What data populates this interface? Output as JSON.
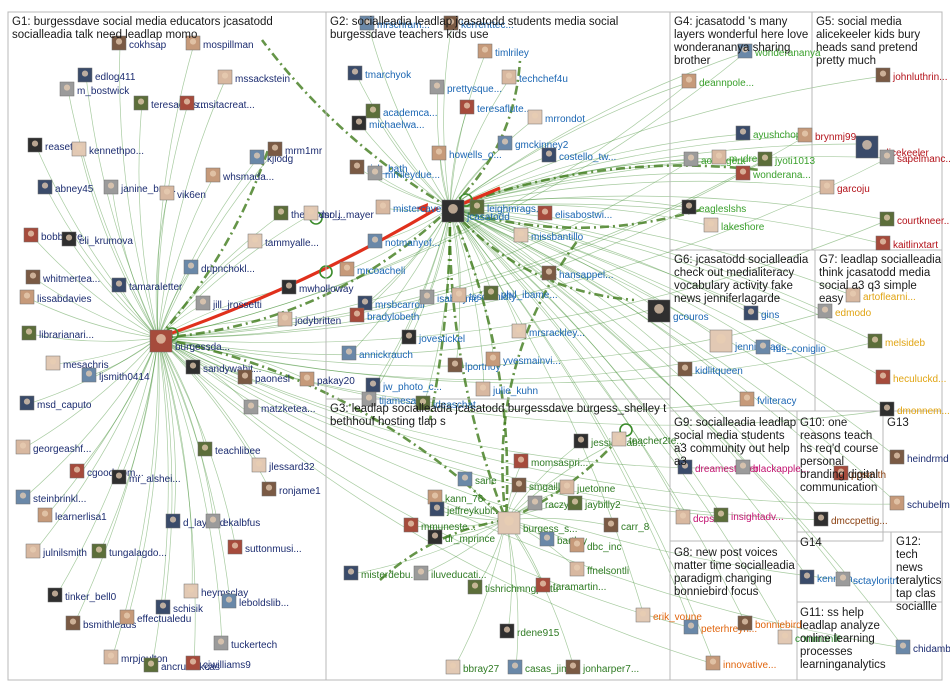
{
  "groups": [
    {
      "id": "G1",
      "lines": [
        "G1: burgessdave social media educators jcasatodd",
        "socialleadia talk need leadlap momo"
      ]
    },
    {
      "id": "G2",
      "lines": [
        "G2: socialleadia leadlap jcasatodd students media social",
        "burgessdave teachers kids use"
      ]
    },
    {
      "id": "G3",
      "lines": [
        "G3: leadlap socialleadia jcasatodd burgessdave burgess_shelley t",
        "bethhouf hosting tlap s"
      ]
    },
    {
      "id": "G4",
      "lines": [
        "G4: jcasatodd 's many",
        "layers wonderful here love",
        "wonderananya sharing",
        "brother"
      ]
    },
    {
      "id": "G5",
      "lines": [
        "G5: social media",
        "alicekeeler kids bury",
        "heads sand pretend",
        "pretty much"
      ]
    },
    {
      "id": "G6",
      "lines": [
        "G6: jcasatodd socialleadia",
        "check out medialiteracy",
        "vocabulary activity fake",
        "news jenniferlagarde"
      ]
    },
    {
      "id": "G7",
      "lines": [
        "G7: leadlap socialleadia",
        "think jcasatodd media",
        "social a3 q3 simple",
        "easy"
      ]
    },
    {
      "id": "G8",
      "lines": [
        "G8: new post voices",
        "matter time socialleadia",
        "paradigm changing",
        "bonniebird focus"
      ]
    },
    {
      "id": "G9",
      "lines": [
        "G9: socialleadia leadlap",
        "social media students",
        "a3 community out help",
        "a3"
      ]
    },
    {
      "id": "G10",
      "lines": [
        "G10: one",
        "reasons teach",
        "hs req'd course",
        "personal",
        "branding digital",
        "communication"
      ]
    },
    {
      "id": "G11",
      "lines": [
        "G11: ss help",
        "leadlap analyze",
        "online learning",
        "processes",
        "learninganalytics"
      ]
    },
    {
      "id": "G12",
      "lines": [
        "G12:",
        "tech",
        "news",
        "teralytics",
        "tap clas",
        "sociallle"
      ]
    },
    {
      "id": "G13",
      "lines": [
        "G13"
      ]
    },
    {
      "id": "G14",
      "lines": [
        "G14"
      ]
    }
  ],
  "nodes": [
    {
      "g": "G1",
      "label": "cokhsap"
    },
    {
      "g": "G1",
      "label": "mospillman"
    },
    {
      "g": "G1",
      "label": "edlog411"
    },
    {
      "g": "G1",
      "label": "m_bostwick"
    },
    {
      "g": "G1",
      "label": "mssackstein"
    },
    {
      "g": "G1",
      "label": "teresagros..."
    },
    {
      "g": "G1",
      "label": "rmsitacreat..."
    },
    {
      "g": "G1",
      "label": "reaset"
    },
    {
      "g": "G1",
      "label": "kennethpo..."
    },
    {
      "g": "G1",
      "label": "kjlodg"
    },
    {
      "g": "G1",
      "label": "mrm1mr"
    },
    {
      "g": "G1",
      "label": "whsmada..."
    },
    {
      "g": "G1",
      "label": "abney45"
    },
    {
      "g": "G1",
      "label": "janine_bro..."
    },
    {
      "g": "G1",
      "label": "vik6en"
    },
    {
      "g": "G1",
      "label": "theresdsol..."
    },
    {
      "g": "G1",
      "label": "bobbiefre"
    },
    {
      "g": "G1",
      "label": "eli_krumova"
    },
    {
      "g": "G1",
      "label": "tammyalle..."
    },
    {
      "g": "G1",
      "label": "dripnchokl..."
    },
    {
      "g": "G1",
      "label": "whitmertea..."
    },
    {
      "g": "G1",
      "label": "lissabdavies"
    },
    {
      "g": "G1",
      "label": "tamaraletter"
    },
    {
      "g": "G1",
      "label": "jill_jrossetti"
    },
    {
      "g": "G1",
      "label": "jodybritten"
    },
    {
      "g": "G1",
      "label": "librarianari..."
    },
    {
      "g": "G1",
      "label": "burgessda..."
    },
    {
      "g": "G1",
      "label": "sandywahit..."
    },
    {
      "g": "G1",
      "label": "mesachris"
    },
    {
      "g": "G1",
      "label": "ljsmith0414"
    },
    {
      "g": "G1",
      "label": "paonesl"
    },
    {
      "g": "G1",
      "label": "pakay20"
    },
    {
      "g": "G1",
      "label": "msd_caputo"
    },
    {
      "g": "G1",
      "label": "matzketea..."
    },
    {
      "g": "G1",
      "label": "georgeashf..."
    },
    {
      "g": "G1",
      "label": "teachlibee"
    },
    {
      "g": "G1",
      "label": "cgoodwom..."
    },
    {
      "g": "G1",
      "label": "mr_alshei..."
    },
    {
      "g": "G1",
      "label": "jlessard32"
    },
    {
      "g": "G1",
      "label": "steinbrinkl..."
    },
    {
      "g": "G1",
      "label": "ronjame1"
    },
    {
      "g": "G1",
      "label": "learnerlisa1"
    },
    {
      "g": "G1",
      "label": "d_layfield"
    },
    {
      "g": "G1",
      "label": "ekalbfus"
    },
    {
      "g": "G1",
      "label": "julnilsmith"
    },
    {
      "g": "G1",
      "label": "tungalagdo..."
    },
    {
      "g": "G1",
      "label": "suttonmusi..."
    },
    {
      "g": "G1",
      "label": "tinker_bell0"
    },
    {
      "g": "G1",
      "label": "heymsclay"
    },
    {
      "g": "G1",
      "label": "leboldslib..."
    },
    {
      "g": "G1",
      "label": "bsmithleads"
    },
    {
      "g": "G1",
      "label": "effectualedu"
    },
    {
      "g": "G1",
      "label": "schisik"
    },
    {
      "g": "G1",
      "label": "tuckertech"
    },
    {
      "g": "G1",
      "label": "mrpjoulton"
    },
    {
      "g": "G1",
      "label": "ancrumskcas"
    },
    {
      "g": "G1",
      "label": "cjwilliams9"
    },
    {
      "g": "G1",
      "label": "mwholloway"
    },
    {
      "g": "G1",
      "label": "mr_j_mayer"
    },
    {
      "g": "G2",
      "label": "mrschram..."
    },
    {
      "g": "G2",
      "label": "kerrenttec..."
    },
    {
      "g": "G2",
      "label": "timlriley"
    },
    {
      "g": "G2",
      "label": "tmarchyok"
    },
    {
      "g": "G2",
      "label": "prettysque..."
    },
    {
      "g": "G2",
      "label": "techchef4u"
    },
    {
      "g": "G2",
      "label": "academca..."
    },
    {
      "g": "G2",
      "label": "teresaflute..."
    },
    {
      "g": "G2",
      "label": "michaelwa..."
    },
    {
      "g": "G2",
      "label": "mrrondot"
    },
    {
      "g": "G2",
      "label": "gmckinney2"
    },
    {
      "g": "G2",
      "label": "rick_bath"
    },
    {
      "g": "G2",
      "label": "howells_o..."
    },
    {
      "g": "G2",
      "label": "costello_tw..."
    },
    {
      "g": "G2",
      "label": "mrrileydue..."
    },
    {
      "g": "G2",
      "label": "mistercavey"
    },
    {
      "g": "G2",
      "label": "leighmrags..."
    },
    {
      "g": "G2",
      "label": "elisabostwi..."
    },
    {
      "g": "G2",
      "label": "jcasatodd"
    },
    {
      "g": "G2",
      "label": "missbantillo"
    },
    {
      "g": "G2",
      "label": "notmanyof..."
    },
    {
      "g": "G2",
      "label": "hansappel..."
    },
    {
      "g": "G2",
      "label": "mrcoacheli"
    },
    {
      "g": "G2",
      "label": "mrsbcarroll"
    },
    {
      "g": "G2",
      "label": "isabeljmc"
    },
    {
      "g": "G2",
      "label": "tsschmidty"
    },
    {
      "g": "G2",
      "label": "phil_ibame..."
    },
    {
      "g": "G2",
      "label": "bradylobeth"
    },
    {
      "g": "G2",
      "label": "jovestickel"
    },
    {
      "g": "G2",
      "label": "mrsrackley..."
    },
    {
      "g": "G2",
      "label": "annickrauch"
    },
    {
      "g": "G2",
      "label": "lportnoy"
    },
    {
      "g": "G2",
      "label": "yvesmainvi..."
    },
    {
      "g": "G2",
      "label": "jw_photo_c..."
    },
    {
      "g": "G2",
      "label": "tijamesa"
    },
    {
      "g": "G2",
      "label": "julie_kuhn"
    },
    {
      "g": "G2",
      "label": "ideaschat"
    },
    {
      "g": "G3",
      "label": "momsaspri..."
    },
    {
      "g": "G3",
      "label": "jessicacab..."
    },
    {
      "g": "G3",
      "label": "teacher2te..."
    },
    {
      "g": "G3",
      "label": "sane"
    },
    {
      "g": "G3",
      "label": "smgaillard"
    },
    {
      "g": "G3",
      "label": "kann_76"
    },
    {
      "g": "G3",
      "label": "jeffreykubi..."
    },
    {
      "g": "G3",
      "label": "raczyz"
    },
    {
      "g": "G3",
      "label": "juetonne"
    },
    {
      "g": "G3",
      "label": "jaybilly2"
    },
    {
      "g": "G3",
      "label": "mmuneste..."
    },
    {
      "g": "G3",
      "label": "dr_mprince"
    },
    {
      "g": "G3",
      "label": "burgess_s..."
    },
    {
      "g": "G3",
      "label": "bartley"
    },
    {
      "g": "G3",
      "label": "carr_8"
    },
    {
      "g": "G3",
      "label": "dbc_inc"
    },
    {
      "g": "G3",
      "label": "misterdebu..."
    },
    {
      "g": "G3",
      "label": "iluveducati..."
    },
    {
      "g": "G3",
      "label": "ffnelsontli"
    },
    {
      "g": "G3",
      "label": "tishrichmngpettu"
    },
    {
      "g": "G3",
      "label": "taramartin..."
    },
    {
      "g": "G3",
      "label": "rdene915"
    },
    {
      "g": "G3",
      "label": "bbray27"
    },
    {
      "g": "G3",
      "label": "casas_jim..."
    },
    {
      "g": "G3",
      "label": "jonharper7..."
    },
    {
      "g": "G4",
      "label": "deannpole..."
    },
    {
      "g": "G4",
      "label": "ayushchop..."
    },
    {
      "g": "G4",
      "label": "aobf_gerk"
    },
    {
      "g": "G4",
      "label": "m_drez"
    },
    {
      "g": "G4",
      "label": "jyoti1013"
    },
    {
      "g": "G4",
      "label": "wonderana..."
    },
    {
      "g": "G4",
      "label": "eagleslshs"
    },
    {
      "g": "G4",
      "label": "lakeshore"
    },
    {
      "g": "G4",
      "label": "wonderananya"
    },
    {
      "g": "G5",
      "label": "johnluthrin..."
    },
    {
      "g": "G5",
      "label": "brynmj99"
    },
    {
      "g": "G5",
      "label": "alicekeeler"
    },
    {
      "g": "G5",
      "label": "sapelmanc..."
    },
    {
      "g": "G5",
      "label": "garcoju"
    },
    {
      "g": "G5",
      "label": "courtkneer..."
    },
    {
      "g": "G5",
      "label": "kaitlinxtart"
    },
    {
      "g": "G6",
      "label": "gcouros"
    },
    {
      "g": "G6",
      "label": "jenniferlag..."
    },
    {
      "g": "G6",
      "label": "ms_coniglio"
    },
    {
      "g": "G6",
      "label": "kidlitqueen"
    },
    {
      "g": "G6",
      "label": "fvliteracy"
    },
    {
      "g": "G6",
      "label": "gins"
    },
    {
      "g": "G7",
      "label": "edmodo"
    },
    {
      "g": "G7",
      "label": "artoflearni..."
    },
    {
      "g": "G7",
      "label": "melsideb"
    },
    {
      "g": "G7",
      "label": "heculuckd..."
    },
    {
      "g": "G7",
      "label": "dmonnem..."
    },
    {
      "g": "G8",
      "label": "erik_voune"
    },
    {
      "g": "G8",
      "label": "peterhreyn..."
    },
    {
      "g": "G8",
      "label": "bonniebird"
    },
    {
      "g": "G8",
      "label": "innovative..."
    },
    {
      "g": "G9",
      "label": "dreamestayler"
    },
    {
      "g": "G9",
      "label": "blackapple..."
    },
    {
      "g": "G9",
      "label": "dcpsm"
    },
    {
      "g": "G9",
      "label": "insightadv..."
    },
    {
      "g": "G10",
      "label": "ppsmith"
    },
    {
      "g": "G10",
      "label": "dmccpettig..."
    },
    {
      "g": "G11",
      "label": "commonlit"
    },
    {
      "g": "G12",
      "label": "chidambar..."
    },
    {
      "g": "G13",
      "label": "heindrmd"
    },
    {
      "g": "G13",
      "label": "schubelm"
    },
    {
      "g": "G14",
      "label": "kenneth..."
    },
    {
      "g": "G14",
      "label": "sctayloritrt"
    }
  ]
}
